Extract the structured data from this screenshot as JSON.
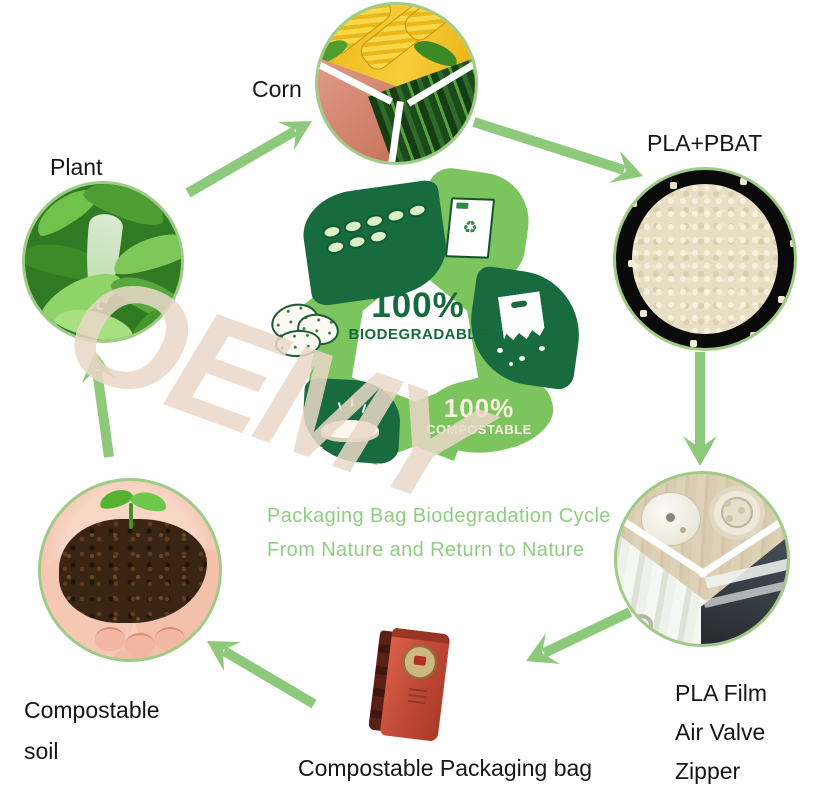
{
  "caption": {
    "line1": "Packaging Bag Biodegradation Cycle",
    "line2": "From Nature and Return to Nature"
  },
  "labels": {
    "corn": "Corn",
    "plant": "Plant",
    "pla_pbat": "PLA+PBAT",
    "pla_film": "PLA Film",
    "air_valve": "Air Valve",
    "zipper": "Zipper",
    "compostable": "Compostable",
    "soil": "soil",
    "packaging_bag": "Compostable Packaging bag"
  },
  "center_logo": {
    "biodegradable_percent": "100%",
    "biodegradable_word": "BIODEGRADABLE",
    "compostable_percent": "100%",
    "compostable_word": "COMPOSTABLE"
  },
  "watermark": "OEMY",
  "icons": {
    "recycle_glyph": "♻"
  },
  "colors": {
    "dark_green": "#176b3e",
    "light_green": "#7cc45e",
    "arrow_green": "#8cc97a",
    "circle_border_green": "#9ecb86",
    "caption_green": "#8fcd82",
    "watermark_beige": "#e9d6c5",
    "cream_text": "#f7f3e0",
    "label_black": "#161616",
    "bag_red": "#c24c38"
  }
}
